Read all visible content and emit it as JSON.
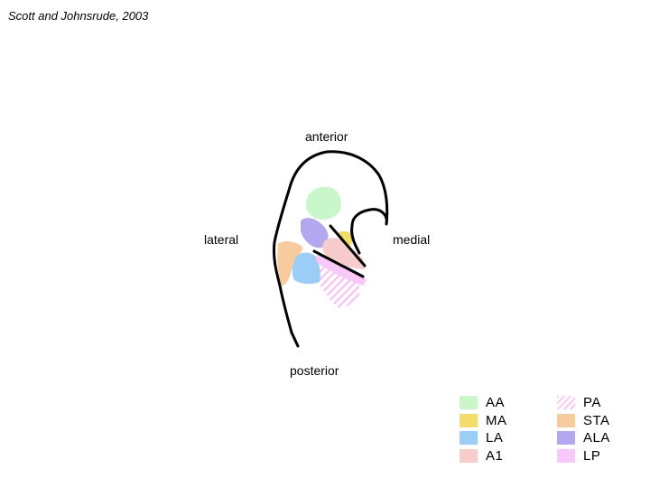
{
  "citation": "Scott and Johnsrude, 2003",
  "directions": {
    "anterior": "anterior",
    "lateral": "lateral",
    "medial": "medial",
    "posterior": "posterior"
  },
  "legend": {
    "column1": [
      {
        "label": "AA",
        "color": "#c9f7c9"
      },
      {
        "label": "MA",
        "color": "#f3dc6c"
      },
      {
        "label": "LA",
        "color": "#9ccdf7"
      },
      {
        "label": "A1",
        "color": "#f7cccc"
      }
    ],
    "column2": [
      {
        "label": "PA",
        "color": "#f7c7ef",
        "pattern": "hatched"
      },
      {
        "label": "STA",
        "color": "#f8cb9f"
      },
      {
        "label": "ALA",
        "color": "#b3a8f0"
      },
      {
        "label": "LP",
        "color": "#f8c8f8"
      }
    ]
  }
}
